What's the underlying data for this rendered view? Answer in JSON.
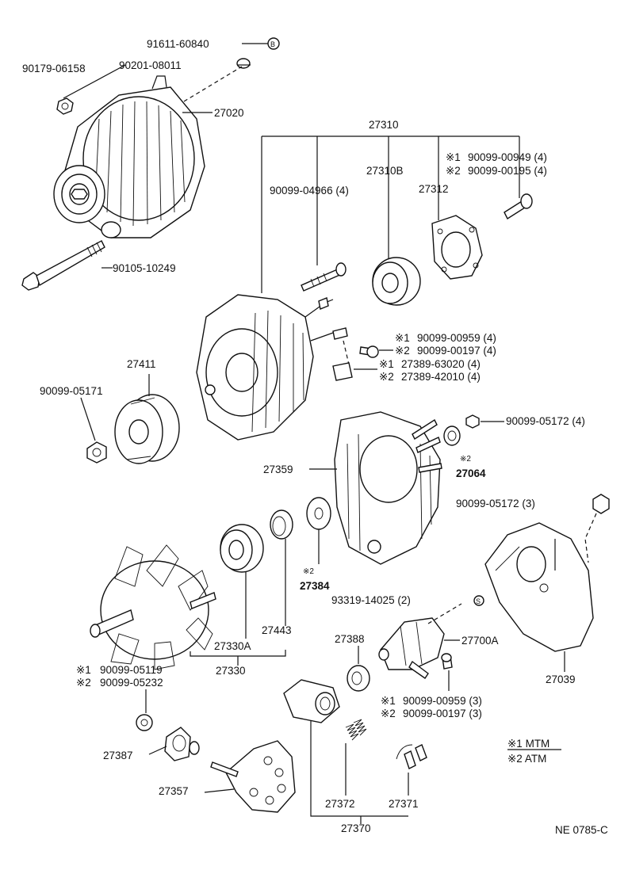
{
  "labels": {
    "p91611": "91611-60840",
    "circ_b": "B",
    "p90179": "90179-06158",
    "p90201": "90201-08011",
    "p27020": "27020",
    "p27310": "27310",
    "p27310b": "27310B",
    "p27312": "27312",
    "p90099_04966": "90099-04966 (4)",
    "mk1_a": "※1",
    "p90099_00949": "90099-00949 (4)",
    "mk2_a": "※2",
    "p90099_00195": "90099-00195 (4)",
    "p90105": "90105-10249",
    "mk1_b": "※1",
    "p90099_00959_4": "90099-00959 (4)",
    "mk2_b": "※2",
    "p90099_00197_4": "90099-00197 (4)",
    "mk1_c": "※1",
    "p27389_63020": "27389-63020 (4)",
    "mk2_c": "※2",
    "p27389_42010": "27389-42010 (4)",
    "p27411": "27411",
    "p90099_05171": "90099-05171",
    "p90099_05172_4": "90099-05172 (4)",
    "p27359": "27359",
    "mk2_d": "※2",
    "p27064": "27064",
    "p90099_05172_3": "90099-05172 (3)",
    "mk2_e": "※2",
    "p27384": "27384",
    "p93319": "93319-14025 (2)",
    "circ_s": "S",
    "p27443": "27443",
    "p27388": "27388",
    "p27700a": "27700A",
    "p27330a": "27330A",
    "p27330": "27330",
    "p27039": "27039",
    "mk1_f": "※1",
    "p90099_05119": "90099-05119",
    "mk2_f": "※2",
    "p90099_05232": "90099-05232",
    "mk1_g": "※1",
    "p90099_00959_3": "90099-00959 (3)",
    "mk2_g": "※2",
    "p90099_00197_3": "90099-00197 (3)",
    "legend1": "※1  MTM",
    "legend2": "※2  ATM",
    "p27387": "27387",
    "p27357": "27357",
    "p27372": "27372",
    "p27371": "27371",
    "p27370": "27370",
    "footer_code": "NE 0785-C"
  }
}
